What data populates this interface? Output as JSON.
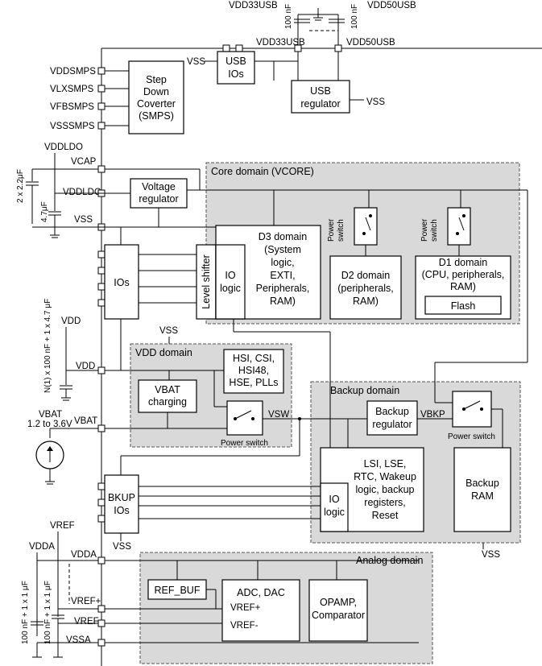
{
  "pins": {
    "vdd33usb_top": "VDD33USB",
    "vdd50usb_top": "VDD50USB",
    "vdd33usb": "VDD33USB",
    "vdd50usb": "VDD50USB",
    "vddsmps": "VDDSMPS",
    "vlxsmps": "VLXSMPS",
    "vfbsmps": "VFBSMPS",
    "vsssmps": "VSSSMPS",
    "vddldo_top": "VDDLDO",
    "vcap": "VCAP",
    "vddldo": "VDDLDO",
    "vss_core": "VSS",
    "vdd_top": "VDD",
    "vdd": "VDD",
    "vbat_top": "VBAT",
    "vbat_range": "1.2 to 3.6V",
    "vbat": "VBAT",
    "vref_top": "VREF",
    "vdda_top": "VDDA",
    "vdda": "VDDA",
    "vref_plus": "VREF+",
    "vref_minus": "VREF-",
    "vssa": "VSSA"
  },
  "caps": {
    "usb_c1": "100 nF",
    "usb_c2": "100 nF",
    "vcap_cap": "2 x 2.2μF",
    "vddldo_cap": "4.7μF",
    "vdd_caps": "N(1) x 100 nF + 1 x 4.7 μF",
    "vdda_caps": "100 nF + 1 x 1 μF",
    "vref_caps": "100 nF + 1 x 1 μF"
  },
  "blocks": {
    "usb_ios": [
      "USB",
      "IOs"
    ],
    "usb_regulator": [
      "USB",
      "regulator"
    ],
    "smps": [
      "Step",
      "Down",
      "Coverter",
      "(SMPS)"
    ],
    "voltage_regulator": [
      "Voltage",
      "regulator"
    ],
    "ios": "IOs",
    "level_shifter": "Level shifter",
    "io_logic": [
      "IO",
      "logic"
    ],
    "d3_domain": [
      "D3 domain",
      "(System",
      "logic,",
      "EXTI,",
      "Peripherals,",
      "RAM)"
    ],
    "power_switch_label": [
      "Power",
      "switch"
    ],
    "d2_domain": [
      "D2 domain",
      "(peripherals,",
      "RAM)"
    ],
    "d1_domain": [
      "D1 domain",
      "(CPU, peripherals,",
      "RAM)"
    ],
    "flash": "Flash",
    "hsi_block": [
      "HSI, CSI,",
      "HSI48,",
      "HSE, PLLs"
    ],
    "vbat_charging": [
      "VBAT",
      "charging"
    ],
    "vsw": "VSW",
    "vbkp": "VBKP",
    "power_switch_small": "Power switch",
    "backup_regulator": [
      "Backup",
      "regulator"
    ],
    "lse_block": [
      "LSI, LSE,",
      "RTC, Wakeup",
      "logic, backup",
      "registers,",
      "Reset"
    ],
    "backup_ram": [
      "Backup",
      "RAM"
    ],
    "bkup_ios": [
      "BKUP",
      "IOs"
    ],
    "ref_buf": "REF_BUF",
    "adc_dac": "ADC, DAC",
    "opamp": [
      "OPAMP,",
      "Comparator"
    ]
  },
  "domains": {
    "core": "Core domain (VCORE)",
    "vdd": "VDD domain",
    "backup": "Backup domain",
    "analog": "Analog domain"
  },
  "vss_labels": {
    "usb_ios": "VSS",
    "usb_reg": "VSS",
    "vdd_domain": "VSS",
    "bkup": "VSS",
    "backup_domain": "VSS"
  }
}
